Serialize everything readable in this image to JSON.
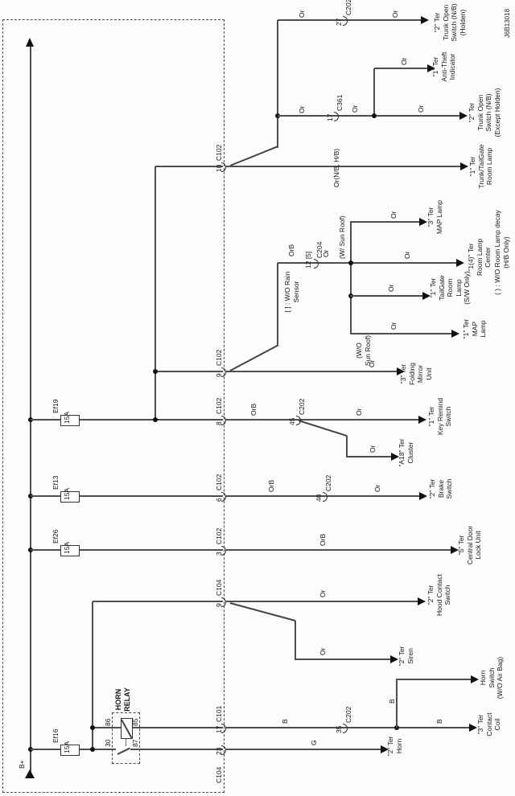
{
  "figure_id": "J6B13018",
  "power_label": "B+",
  "wire_colors": {
    "or": "Or",
    "orb": "OrB",
    "b": "B",
    "g": "G",
    "or_nb_hb": "Or(N/B, H/B)"
  },
  "fuses": [
    {
      "name": "Ef19",
      "rating": "15A"
    },
    {
      "name": "Ef13",
      "rating": "15A"
    },
    {
      "name": "Ef26",
      "rating": "15A"
    },
    {
      "name": "Ef16",
      "rating": "15A"
    }
  ],
  "relay": {
    "name": [
      "HORN",
      "RELAY"
    ],
    "pins": [
      "86",
      "85",
      "30",
      "87"
    ]
  },
  "connectors": [
    {
      "pin": "10",
      "name": "C102"
    },
    {
      "pin": "9",
      "name": "C102"
    },
    {
      "pin": "8",
      "name": "C102"
    },
    {
      "pin": "6",
      "name": "C102"
    },
    {
      "pin": "3",
      "name": "C102"
    },
    {
      "pin": "9",
      "name": "C104"
    },
    {
      "pin": "17",
      "name": "C101"
    },
    {
      "pin": "23",
      "name": "C104"
    }
  ],
  "inline_connectors": [
    {
      "pin": "27",
      "name": "C202"
    },
    {
      "pin": "17",
      "name": "C361"
    },
    {
      "pin": "12 [5]",
      "name": "C204"
    },
    {
      "pin": "45",
      "name": "C202"
    },
    {
      "pin": "40",
      "name": "C202"
    },
    {
      "pin": "35",
      "name": "C202"
    }
  ],
  "notes": {
    "rain": [
      "[ ] : W/O Rain",
      "Sensor"
    ],
    "w_sunroof": "(W/ Sun Roof)",
    "wo_sunroof": [
      "(W/O",
      "Sun Roof)"
    ],
    "decay": [
      "( ) : W/O Room Lamp decay",
      "(H/B Only)"
    ]
  },
  "terminals": [
    {
      "lines": [
        "\"2\" Ter",
        "Trunk Open",
        "Switch (N/B)",
        "(Holden)"
      ]
    },
    {
      "lines": [
        "\"1\" Ter",
        "Anti-Theft",
        "Indicator"
      ]
    },
    {
      "lines": [
        "\"2\" Ter",
        "Trunk Open",
        "Switch (N/B)",
        "(Except Holden)"
      ]
    },
    {
      "lines": [
        "\"1\" Ter",
        "Trunk/TailGate",
        "Room Lamp"
      ]
    },
    {
      "lines": [
        "\"3\" Ter",
        "MAP Lamp"
      ]
    },
    {
      "lines": [
        "\"1(4)\" Ter",
        "Room Lamp",
        "Center"
      ]
    },
    {
      "lines": [
        "\"1\" Ter",
        "TailGate Room",
        "Lamp",
        "(S/W Only)"
      ]
    },
    {
      "lines": [
        "\"1\" Ter",
        "MAP",
        "Lamp"
      ]
    },
    {
      "lines": [
        "\"3\" Ter",
        "Folding",
        "Mirror",
        "Unit"
      ]
    },
    {
      "lines": [
        "\"1\" Ter",
        "Key Remind",
        "Switch"
      ]
    },
    {
      "lines": [
        "\"A18\" Ter",
        "Cluster"
      ]
    },
    {
      "lines": [
        "\"2\" Ter",
        "Brake",
        "Switch"
      ]
    },
    {
      "lines": [
        "\"5\" Ter",
        "Central Door",
        "Lock Unit"
      ]
    },
    {
      "lines": [
        "\"2\" Ter",
        "Hood Contact",
        "Switch"
      ]
    },
    {
      "lines": [
        "\"2\" Ter",
        "Siren"
      ]
    },
    {
      "lines": [
        "Horn",
        "Switch",
        "(W/O Air Bag)"
      ]
    },
    {
      "lines": [
        "\"3\" Ter",
        "Contact",
        "Coil"
      ]
    },
    {
      "lines": [
        "\"2\" Ter",
        "Horn"
      ]
    }
  ]
}
